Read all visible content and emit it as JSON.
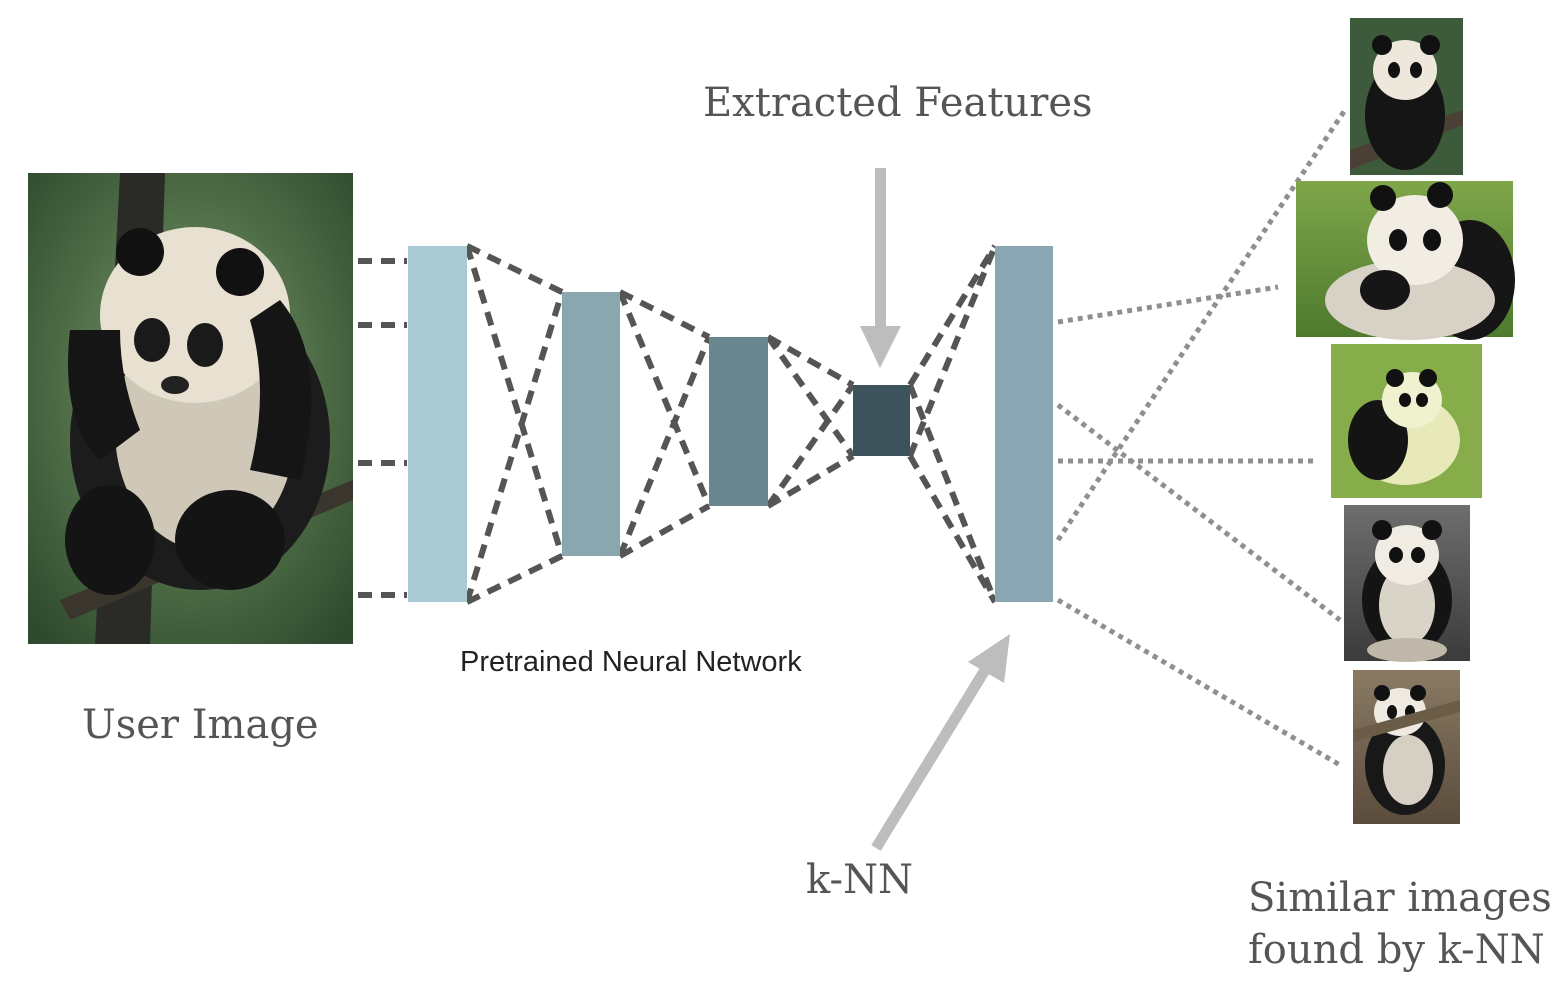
{
  "labels": {
    "extracted_features": "Extracted Features",
    "user_image": "User Image",
    "network": "Pretrained Neural Network",
    "knn": "k-NN",
    "similar_line1": "Similar images",
    "similar_line2": "found by k-NN"
  },
  "colors": {
    "layer1": "#a9cad3",
    "layer2": "#8aa7b0",
    "layer3": "#6a8790",
    "bottleneck": "#3c535c",
    "decoder": "#8aa6b2",
    "connector": "#555555",
    "knn_link": "#8f8f8f",
    "arrow": "#bdbdbd"
  },
  "icons": {
    "user_image": "panda-photo",
    "similar_images": [
      "panda-photo",
      "panda-photo",
      "panda-photo",
      "panda-photo",
      "panda-photo"
    ]
  }
}
